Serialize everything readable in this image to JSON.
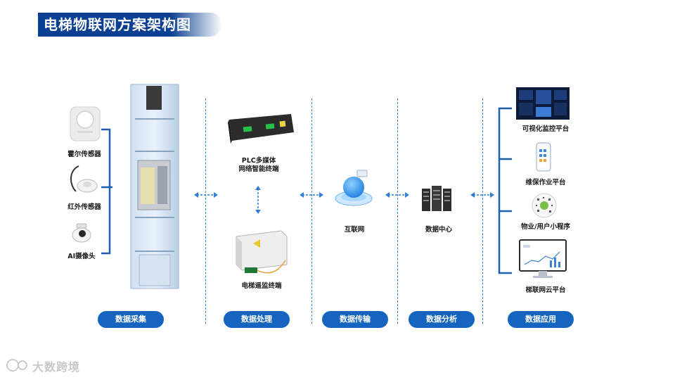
{
  "title": "电梯物联网方案架构图",
  "sensors": {
    "hall": "霍尔传感器",
    "infrared": "红外传感器",
    "camera": "AI摄像头"
  },
  "processing": {
    "plc": "PLC多媒体\n网络智能终端",
    "plc_line1": "PLC多媒体",
    "plc_line2": "网络智能终端",
    "monitor": "电梯遥监终端"
  },
  "transport": {
    "internet": "互联网"
  },
  "analysis": {
    "datacenter": "数据中心"
  },
  "apps": {
    "visual": "可视化监控平台",
    "maintenance": "维保作业平台",
    "miniprogram": "物业/用户小程序",
    "cloud": "梯联网云平台"
  },
  "stages": [
    "数据采集",
    "数据处理",
    "数据传输",
    "数据分析",
    "数据应用"
  ],
  "watermark": "大数跨境",
  "colors": {
    "title_bg": "#0b3f91",
    "pill": "#1565c0",
    "dash": "#2f7fd3",
    "bracket": "#1f5fb0"
  }
}
